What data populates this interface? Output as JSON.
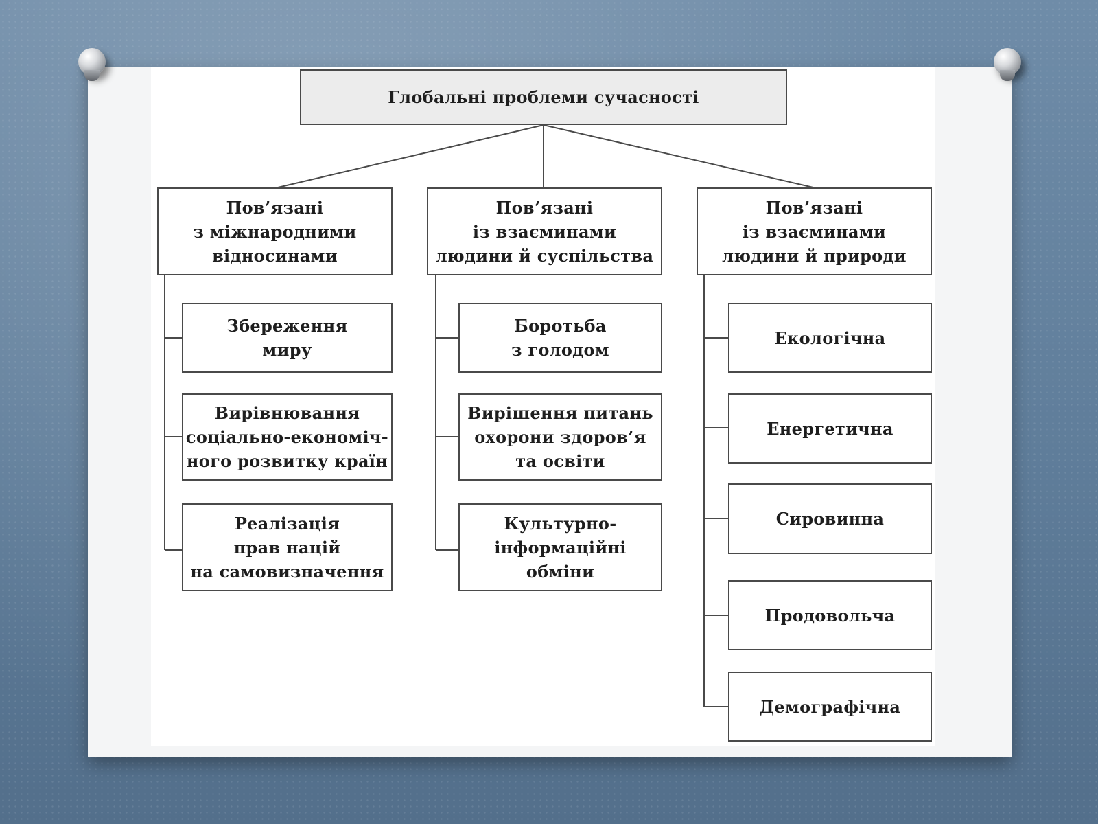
{
  "diagram": {
    "root": {
      "label": "Глобальні проблеми сучасності"
    },
    "categories": [
      {
        "label": "Пов’язані\nз міжнародними\nвідносинами",
        "items": [
          "Збереження\nмиру",
          "Вирівнювання\nсоціально-економіч-\nного розвитку країн",
          "Реалізація\nправ націй\nна самовизначення"
        ]
      },
      {
        "label": "Пов’язані\nіз взаєминами\nлюдини й суспільства",
        "items": [
          "Боротьба\nз голодом",
          "Вирішення питань\nохорони здоров’я\nта освіти",
          "Культурно-\nінформаційні\nобміни"
        ]
      },
      {
        "label": "Пов’язані\nіз взаєминами\nлюдини й природи",
        "items": [
          "Екологічна",
          "Енергетична",
          "Сировинна",
          "Продовольча",
          "Демографічна"
        ]
      }
    ]
  }
}
